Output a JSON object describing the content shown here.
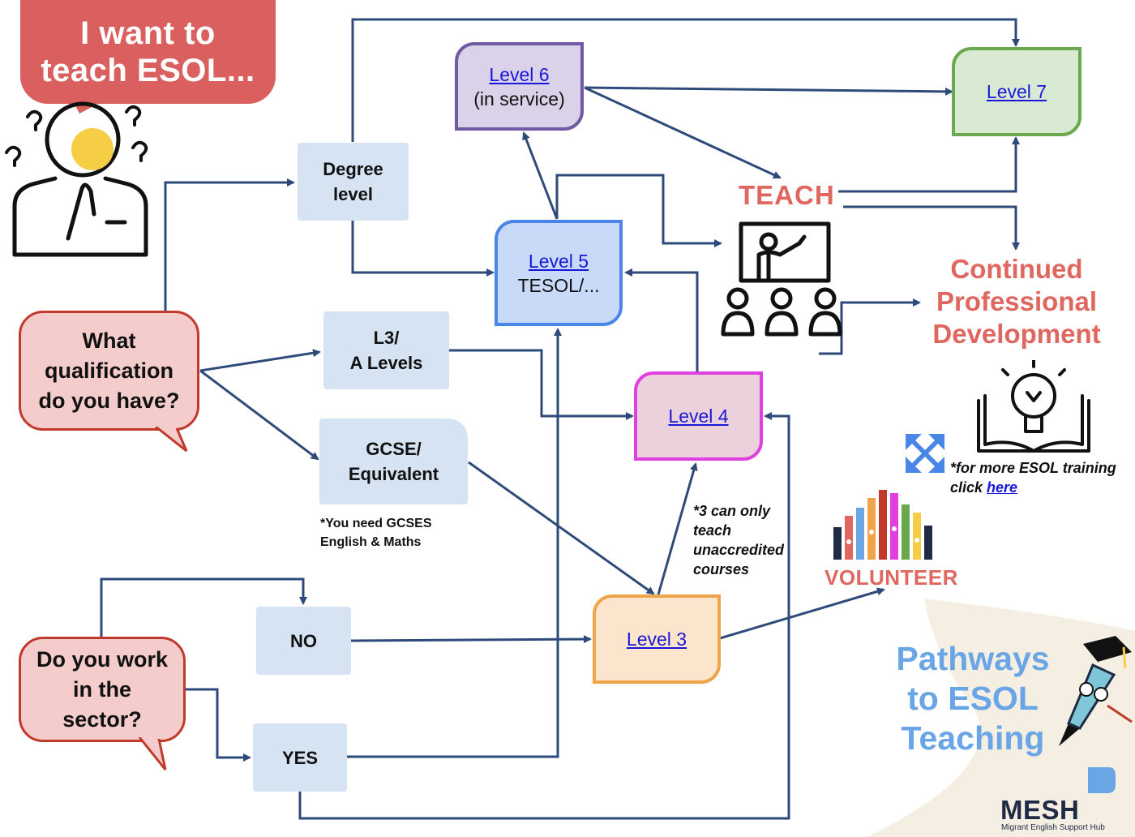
{
  "title": "I want to\nteach ESOL...",
  "questions": {
    "qualification": "What\nqualification\ndo you have?",
    "sector": "Do you work\nin the\nsector?"
  },
  "qualification_options": {
    "degree": "Degree\nlevel",
    "l3": "L3/\nA Levels",
    "gcse": "GCSE/\nEquivalent",
    "gcse_note": "*You need  GCSES\nEnglish & Maths"
  },
  "sector_options": {
    "no": "NO",
    "yes": "YES"
  },
  "levels": {
    "level6": {
      "link": "Level 6",
      "sub": "(in service)"
    },
    "level7": {
      "link": "Level 7"
    },
    "level5": {
      "link": "Level 5",
      "sub": "TESOL/..."
    },
    "level4": {
      "link": "Level 4"
    },
    "level3": {
      "link": "Level 3"
    }
  },
  "level3_note": "*3 can only\nteach\nunaccredited\ncourses",
  "outcomes": {
    "teach": "TEACH",
    "cpd": "Continued\nProfessional\nDevelopment",
    "volunteer": "VOLUNTEER"
  },
  "training_note": {
    "text": "*for more ESOL training\nclick ",
    "link": "here"
  },
  "branding": {
    "tagline": "Pathways\nto ESOL\nTeaching",
    "logo": "MESH",
    "logo_sub": "Migrant English Support Hub"
  },
  "icons": [
    "thinking-person-icon",
    "question-mark-icon",
    "teacher-classroom-icon",
    "lightbulb-book-icon",
    "expand-arrows-icon",
    "raised-hands-icon",
    "pencil-graduate-icon",
    "speech-bubble-logo-icon"
  ],
  "colors": {
    "accent_red": "#e06660",
    "title_bubble": "#d9605e",
    "arrow": "#2e4a7a",
    "link": "#1a18d8",
    "tagline": "#6aa6e6"
  }
}
